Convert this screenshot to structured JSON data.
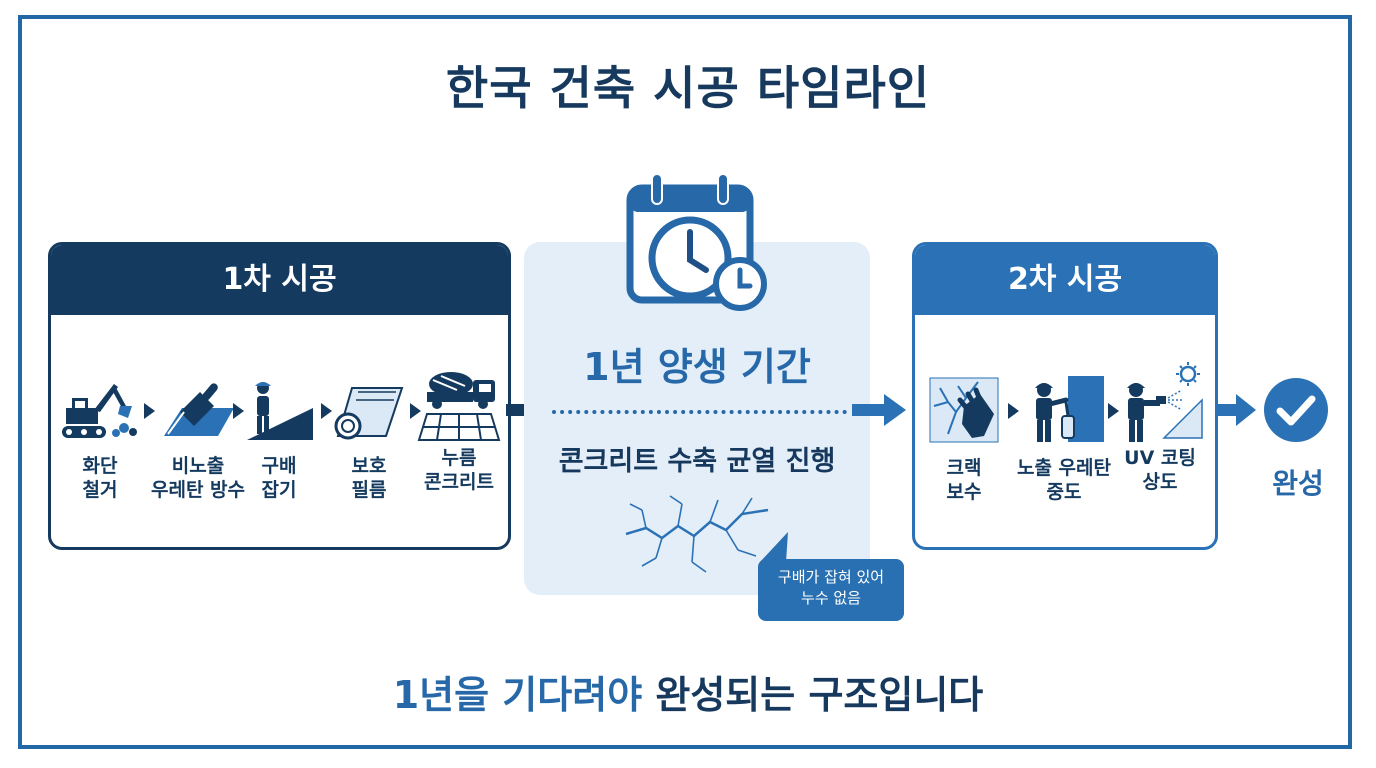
{
  "title": "한국 건축 시공 타임라인",
  "phase1": {
    "heading": "1차 시공",
    "steps": [
      {
        "label": "화단\n철거",
        "icon": "excavator-icon"
      },
      {
        "label": "비노출\n우레탄 방수",
        "icon": "trowel-icon"
      },
      {
        "label": "구배\n잡기",
        "icon": "worker-slope-icon"
      },
      {
        "label": "보호\n필름",
        "icon": "film-roll-icon"
      },
      {
        "label": "누름\n콘크리트",
        "icon": "concrete-mixer-icon"
      }
    ]
  },
  "curing": {
    "title": "1년 양생 기간",
    "subtitle": "콘크리트 수축 균열 진행",
    "note": "구배가 잡혀 있어\n누수 없음",
    "icons": [
      "calendar-clock-icon",
      "crack-icon"
    ]
  },
  "phase2": {
    "heading": "2차 시공",
    "steps": [
      {
        "label": "크랙\n보수",
        "icon": "crack-repair-icon"
      },
      {
        "label": "노출 우레탄\n중도",
        "icon": "roller-worker-icon"
      },
      {
        "label": "UV 코팅\n상도",
        "icon": "spray-worker-icon"
      }
    ]
  },
  "complete": {
    "label": "완성",
    "icon": "check-circle-icon"
  },
  "footer": {
    "highlight": "1년을 기다려야",
    "rest": "완성되는 구조입니다"
  },
  "colors": {
    "navy": "#153a5f",
    "blue": "#2a72b5",
    "light": "#e3eef9"
  }
}
